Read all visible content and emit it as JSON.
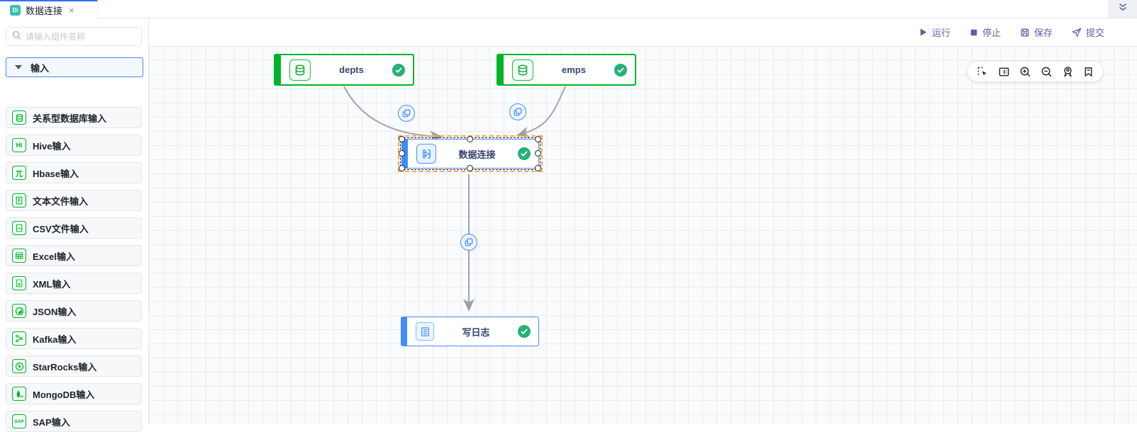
{
  "tab_bar": {
    "active_tab": {
      "badge": "Di",
      "title": "数据连接",
      "close": "×"
    }
  },
  "sidebar": {
    "search": {
      "placeholder": "请输入组件名称"
    },
    "group": {
      "label": "输入"
    },
    "items": [
      {
        "icon": "database",
        "label": "关系型数据库输入"
      },
      {
        "icon": "hive",
        "label": "Hive输入"
      },
      {
        "icon": "hbase",
        "label": "Hbase输入"
      },
      {
        "icon": "text-file",
        "label": "文本文件输入"
      },
      {
        "icon": "csv-file",
        "label": "CSV文件输入"
      },
      {
        "icon": "excel",
        "label": "Excel输入"
      },
      {
        "icon": "xml-file",
        "label": "XML输入"
      },
      {
        "icon": "json",
        "label": "JSON输入"
      },
      {
        "icon": "kafka",
        "label": "Kafka输入"
      },
      {
        "icon": "starrocks",
        "label": "StarRocks输入"
      },
      {
        "icon": "mongodb",
        "label": "MongoDB输入"
      },
      {
        "icon": "sap",
        "label": "SAP输入"
      }
    ]
  },
  "toolbar": {
    "actions": [
      {
        "icon": "play",
        "label": "运行"
      },
      {
        "icon": "stop",
        "label": "停止"
      },
      {
        "icon": "save",
        "label": "保存"
      },
      {
        "icon": "submit",
        "label": "提交"
      }
    ]
  },
  "canvas_toolbar": {
    "tools": [
      {
        "name": "marquee-select"
      },
      {
        "name": "minimap"
      },
      {
        "name": "zoom-in"
      },
      {
        "name": "zoom-out"
      },
      {
        "name": "locate"
      },
      {
        "name": "bookmark"
      }
    ]
  },
  "flow": {
    "nodes": [
      {
        "id": "depts",
        "label": "depts",
        "type": "database-input",
        "status": "success",
        "selected": false
      },
      {
        "id": "emps",
        "label": "emps",
        "type": "database-input",
        "status": "success",
        "selected": false
      },
      {
        "id": "join",
        "label": "数据连接",
        "type": "data-join",
        "status": "success",
        "selected": true
      },
      {
        "id": "log",
        "label": "写日志",
        "type": "write-log",
        "status": "success",
        "selected": false
      }
    ],
    "edges": [
      {
        "from": "depts",
        "to": "join",
        "marker": "copy"
      },
      {
        "from": "emps",
        "to": "join",
        "marker": "copy"
      },
      {
        "from": "join",
        "to": "log",
        "marker": "copy"
      }
    ]
  },
  "colors": {
    "green": "#00b42a",
    "blue": "#4a8cff",
    "selection_orange": "#ffa940",
    "check_green": "#23b277",
    "accent_indigo": "#5a61a0",
    "tab_badge_teal": "#35c1b2",
    "tab_active_blue": "#3370ff"
  }
}
